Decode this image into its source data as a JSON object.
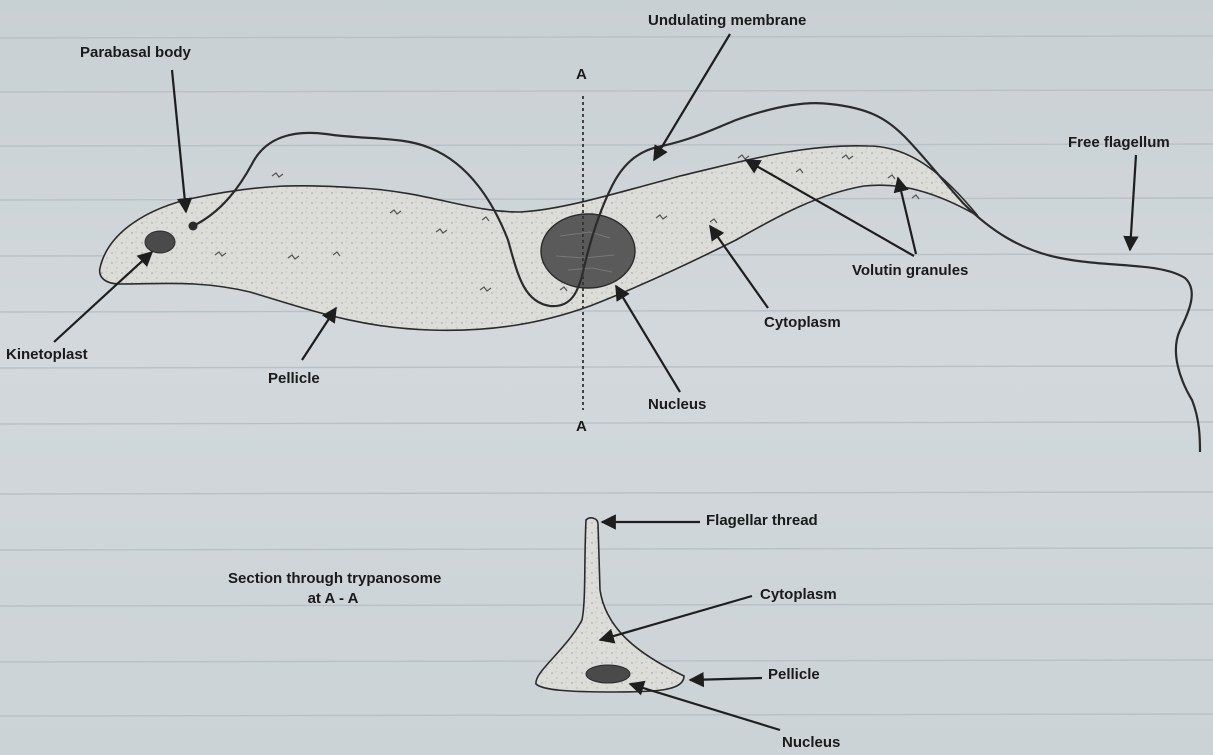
{
  "labels": {
    "parabasal_body": "Parabasal body",
    "undulating_membrane": "Undulating membrane",
    "free_flagellum": "Free flagellum",
    "kinetoplast": "Kinetoplast",
    "pellicle_main": "Pellicle",
    "nucleus_main": "Nucleus",
    "cytoplasm_main": "Cytoplasm",
    "volutin_granules": "Volutin granules",
    "section_a_top": "A",
    "section_a_bottom": "A",
    "flagellar_thread": "Flagellar thread",
    "section_caption_line1": "Section through trypanosome",
    "section_caption_line2": "at A - A",
    "cytoplasm_section": "Cytoplasm",
    "pellicle_section": "Pellicle",
    "nucleus_section": "Nucleus"
  },
  "colors": {
    "background": "#cdd4d8",
    "body_fill": "#d9d9d6",
    "outline": "#2b2b2b",
    "nucleus_fill": "#5a5a5a",
    "text": "#1a1a1a"
  }
}
